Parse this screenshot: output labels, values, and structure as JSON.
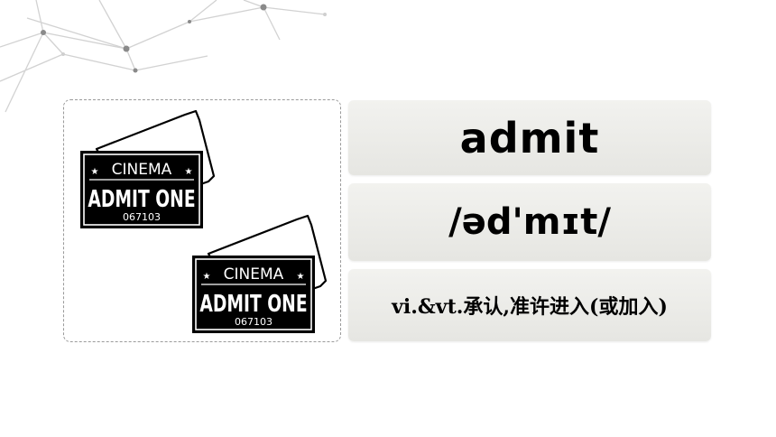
{
  "vocab_card": {
    "word": "admit",
    "phonetic": "/əd'mɪt/",
    "meaning": "vi.&vt.承认,准许进入(或加入)"
  },
  "illustration": {
    "tickets": [
      {
        "header": "CINEMA",
        "title": "ADMIT ONE",
        "number": "067103"
      },
      {
        "header": "CINEMA",
        "title": "ADMIT ONE",
        "number": "067103"
      }
    ]
  },
  "colors": {
    "card_background": "#ececea",
    "ticket_ink": "#000000",
    "network_lines": "#cfcfcf"
  }
}
